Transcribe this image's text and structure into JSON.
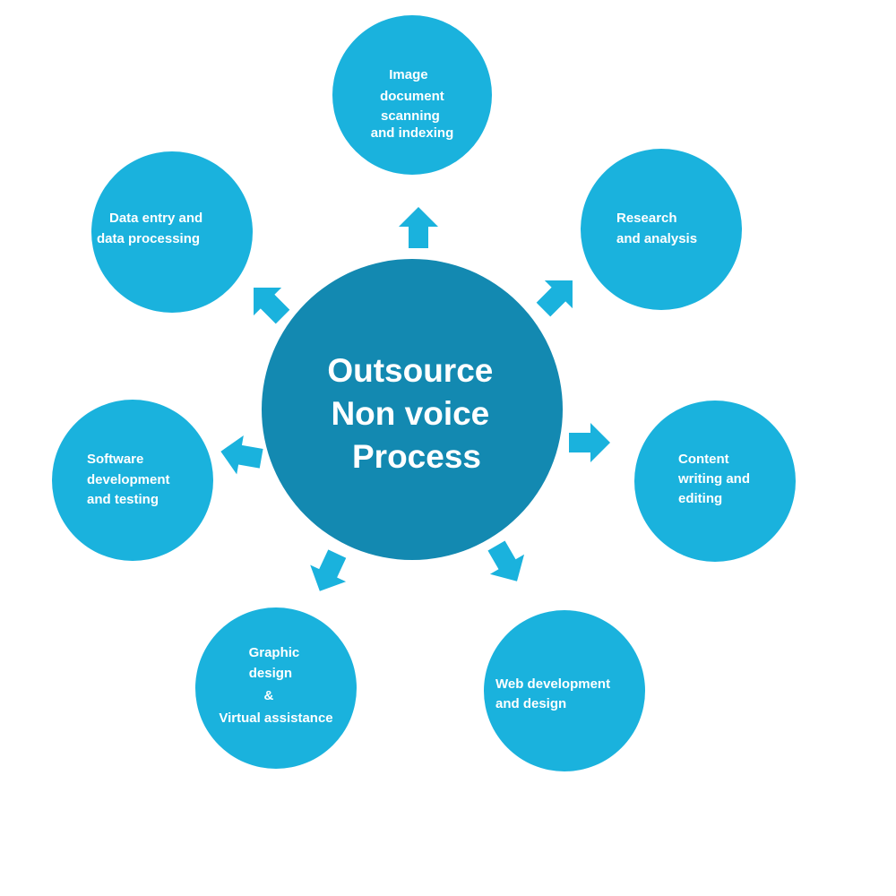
{
  "colors": {
    "center": "#1389b1",
    "satellite": "#1ab2dd",
    "arrow": "#1ab2dd",
    "text": "#ffffff"
  },
  "center": {
    "lines": [
      "Outsource",
      "Non voice",
      "Process"
    ]
  },
  "nodes": [
    {
      "id": "image",
      "lines": [
        "Image",
        "document",
        "scanning",
        "and indexing"
      ]
    },
    {
      "id": "research",
      "lines": [
        "Research",
        "and analysis"
      ]
    },
    {
      "id": "content",
      "lines": [
        "Content",
        "writing and",
        "editing"
      ]
    },
    {
      "id": "web",
      "lines": [
        "Web development",
        "and design"
      ]
    },
    {
      "id": "graphic",
      "lines": [
        "Graphic",
        "design",
        "&",
        "Virtual assistance"
      ]
    },
    {
      "id": "software",
      "lines": [
        "Software",
        "development",
        "and testing"
      ]
    },
    {
      "id": "data-entry",
      "lines": [
        "Data entry and",
        "data processing"
      ]
    }
  ]
}
